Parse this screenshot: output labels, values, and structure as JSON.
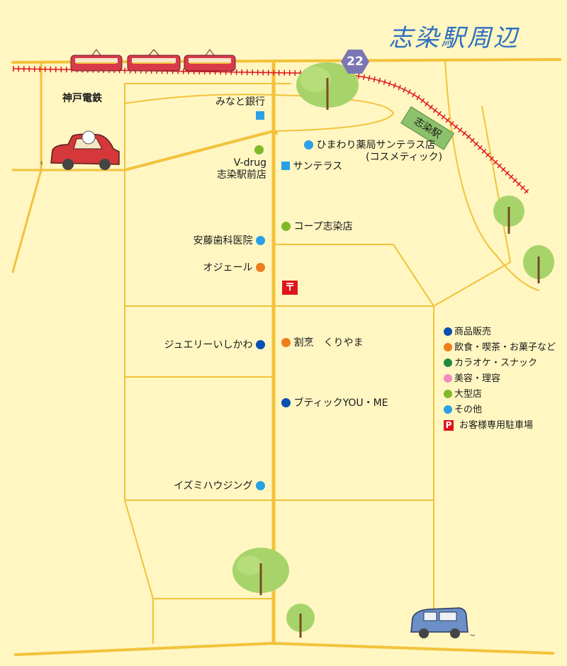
{
  "title": "志染駅周辺",
  "route_number": "22",
  "railway_name": "神戸電鉄",
  "station_name": "志染駅",
  "colors": {
    "background": "#fff6c2",
    "road": "#f2c23a",
    "rail": "#e0141d",
    "title": "#2c6fc0",
    "route_badge": "#7b76b4",
    "shopping": "#0a4fb3",
    "food": "#ee7d1c",
    "karaoke": "#1f8a3a",
    "beauty": "#f08dbd",
    "large_store": "#7fb928",
    "other": "#2aa0e6",
    "parking": "#e0141d"
  },
  "places": {
    "minato_bank": {
      "label": "みなと銀行",
      "category": "other"
    },
    "vdrug": {
      "label_line1": "V-drug",
      "label_line2": "志染駅前店",
      "category": "large_store"
    },
    "himawari": {
      "label_line1": "ひまわり薬局サンテラス店",
      "label_line2": "(コスメティック)",
      "category": "other"
    },
    "suntelas": {
      "label": "サンテラス",
      "category": "other"
    },
    "coop": {
      "label": "コープ志染店",
      "category": "large_store"
    },
    "ando_dental": {
      "label": "安藤歯科医院",
      "category": "other"
    },
    "ojeru": {
      "label": "オジェール",
      "category": "food"
    },
    "post_office": {
      "symbol": "〒"
    },
    "jewelry_ishikawa": {
      "label": "ジュエリーいしかわ",
      "category": "shopping"
    },
    "kappo_kuriyama": {
      "label": "割烹　くりやま",
      "category": "food"
    },
    "boutique_youme": {
      "label": "ブティックYOU・ME",
      "category": "shopping"
    },
    "izumi_housing": {
      "label": "イズミハウジング",
      "category": "other"
    }
  },
  "legend": {
    "items": [
      {
        "label": "商品販売",
        "category": "shopping"
      },
      {
        "label": "飲食・喫茶・お菓子など",
        "category": "food"
      },
      {
        "label": "カラオケ・スナック",
        "category": "karaoke"
      },
      {
        "label": "美容・理容",
        "category": "beauty"
      },
      {
        "label": "大型店",
        "category": "large_store"
      },
      {
        "label": "その他",
        "category": "other"
      }
    ],
    "parking_symbol": "P",
    "parking_label": "お客様専用駐車場"
  },
  "icons": [
    "train-icon",
    "red-car-icon",
    "blue-car-icon",
    "tree-icon",
    "route-shield-icon",
    "post-office-icon",
    "parking-icon"
  ]
}
